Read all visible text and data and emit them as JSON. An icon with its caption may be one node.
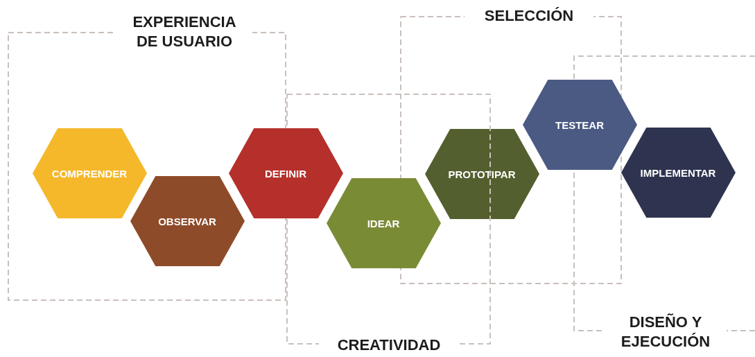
{
  "diagram": {
    "nodes": [
      {
        "text": [
          "EXPERIENCIA DE USUARIO"
        ]
      },
      {
        "text": [
          "SELECCIÓN"
        ]
      },
      {
        "text": [
          "CREATIVIDAD"
        ]
      },
      {
        "text": [
          "DISEÑO Y EJECUCIÓN"
        ]
      },
      {
        "text": [
          "COMPRENDER"
        ],
        "in": 0
      },
      {
        "text": [
          "OBSERVAR"
        ],
        "in": 0
      },
      {
        "text": [
          "DEFINIR"
        ]
      },
      {
        "text": [
          "IDEAR"
        ],
        "in": 2
      },
      {
        "text": [
          "PROTOTIPAR"
        ],
        "in": 1
      },
      {
        "text": [
          "TESTEAR"
        ]
      },
      {
        "text": [
          "IMPLEMENTAR"
        ],
        "in": 3
      }
    ],
    "edges": []
  }
}
